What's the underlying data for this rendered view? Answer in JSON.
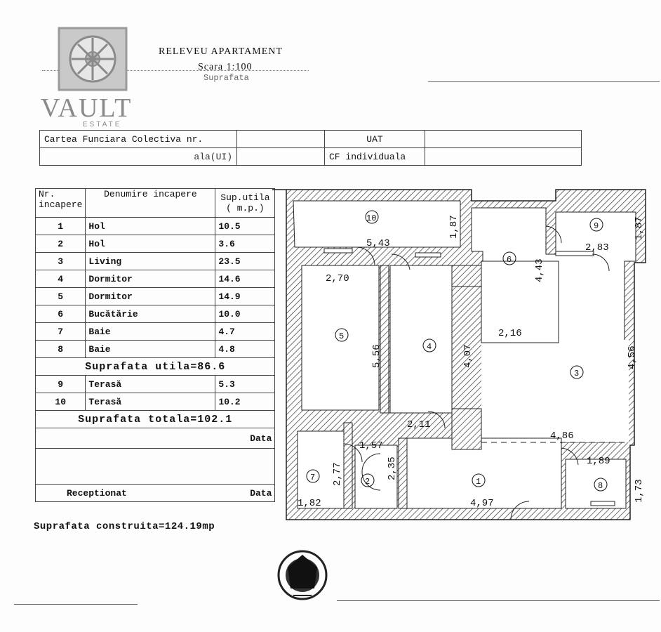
{
  "header": {
    "title": "RELEVEU APARTAMENT",
    "scale": "Scara 1:100",
    "faint_line": "Suprafata"
  },
  "logo": {
    "name": "VAULT",
    "sub": "ESTATE"
  },
  "meta": {
    "cf_colectiva_label": "Cartea Funciara Colectiva nr.",
    "uat_label": "UAT",
    "unit_label": "ala(UI)",
    "cf_individuala_label": "CF individuala"
  },
  "rooms_table": {
    "col_nr": "Nr. incapere",
    "col_name": "Denumire incapere",
    "col_area": "Sup.utila ( m.p.)",
    "rows": [
      {
        "nr": "1",
        "name": "Hol",
        "area": "10.5"
      },
      {
        "nr": "2",
        "name": "Hol",
        "area": "3.6"
      },
      {
        "nr": "3",
        "name": "Living",
        "area": "23.5"
      },
      {
        "nr": "4",
        "name": "Dormitor",
        "area": "14.6"
      },
      {
        "nr": "5",
        "name": "Dormitor",
        "area": "14.9"
      },
      {
        "nr": "6",
        "name": "Bucătărie",
        "area": "10.0"
      },
      {
        "nr": "7",
        "name": "Baie",
        "area": "4.7"
      },
      {
        "nr": "8",
        "name": "Baie",
        "area": "4.8"
      }
    ],
    "useful_total": "Suprafata utila=86.6",
    "terrace_rows": [
      {
        "nr": "9",
        "name": "Terasă",
        "area": "5.3"
      },
      {
        "nr": "10",
        "name": "Terasă",
        "area": "10.2"
      }
    ],
    "grand_total": "Suprafata totala=102.1",
    "data_label": "Data",
    "receptionat_label": "Receptionat",
    "data_label2": "Data"
  },
  "built_area": "Suprafata construita=124.19mp",
  "plan": {
    "room_numbers": [
      "1",
      "2",
      "3",
      "4",
      "5",
      "6",
      "7",
      "8",
      "9",
      "10"
    ],
    "dimensions": [
      "5,43",
      "1,87",
      "2,83",
      "1,87",
      "2,70",
      "5,56",
      "4,07",
      "4,43",
      "2,16",
      "4,56",
      "2,11",
      "1,57",
      "2,77",
      "2,35",
      "4,86",
      "1,89",
      "1,73",
      "1,82",
      "4,97"
    ]
  }
}
